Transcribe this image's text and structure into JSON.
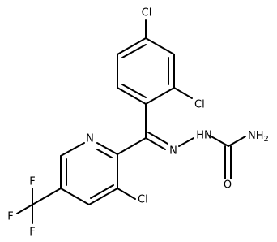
{
  "atoms": {
    "cl_para": "Cl",
    "cl_ortho": "Cl",
    "cl_pyridine": "Cl",
    "n_pyridine": "N",
    "n_imine": "N",
    "nh_hydrazone": "HN",
    "nh2": "NH",
    "nh2_subscript": "2",
    "o_carbonyl": "O",
    "f_top": "F",
    "f_left": "F",
    "f_bottom": "F"
  },
  "colors": {
    "bond": "#000000",
    "text": "#000000",
    "background": "#ffffff"
  }
}
